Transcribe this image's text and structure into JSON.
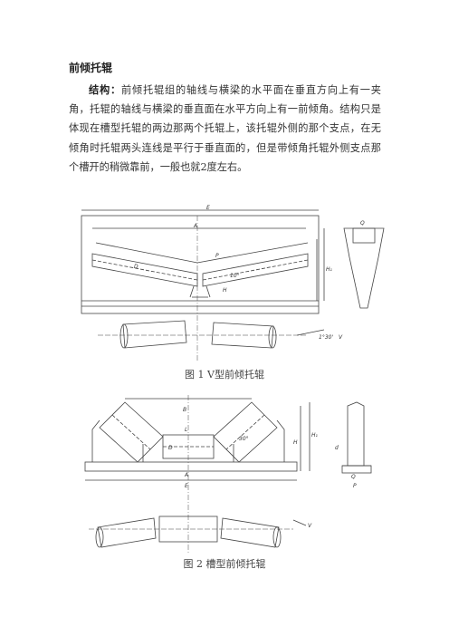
{
  "doc": {
    "title": "前倾托辊",
    "lead": "结构：",
    "body": "前倾托辊组的轴线与横梁的水平面在垂直方向上有一夹角，托辊的轴线与横梁的垂直面在水平方向上有一前倾角。结构只是体现在槽型托辊的两边那两个托辊上，该托辊外侧的那个支点，在无倾角时托辊两头连线是平行于垂直面的，但是带倾角托辊外侧支点那个槽开的稍微靠前，一般也就2度左右。"
  },
  "figures": [
    {
      "caption": "图 1  V型前倾托辊",
      "labels": {
        "E": "E",
        "A": "A",
        "P": "P",
        "Q": "Q",
        "H": "H",
        "H1": "H₁",
        "D": "D",
        "angle": "10°",
        "tilt": "1°30'",
        "V": "V"
      }
    },
    {
      "caption": "图 2  槽型前倾托辊",
      "labels": {
        "B": "B",
        "L": "L",
        "A": "A",
        "E": "E",
        "D": "D",
        "H": "H",
        "H1": "H₁",
        "angle": "30°",
        "Q": "Q",
        "P": "P",
        "d": "d",
        "V": "V"
      }
    }
  ]
}
